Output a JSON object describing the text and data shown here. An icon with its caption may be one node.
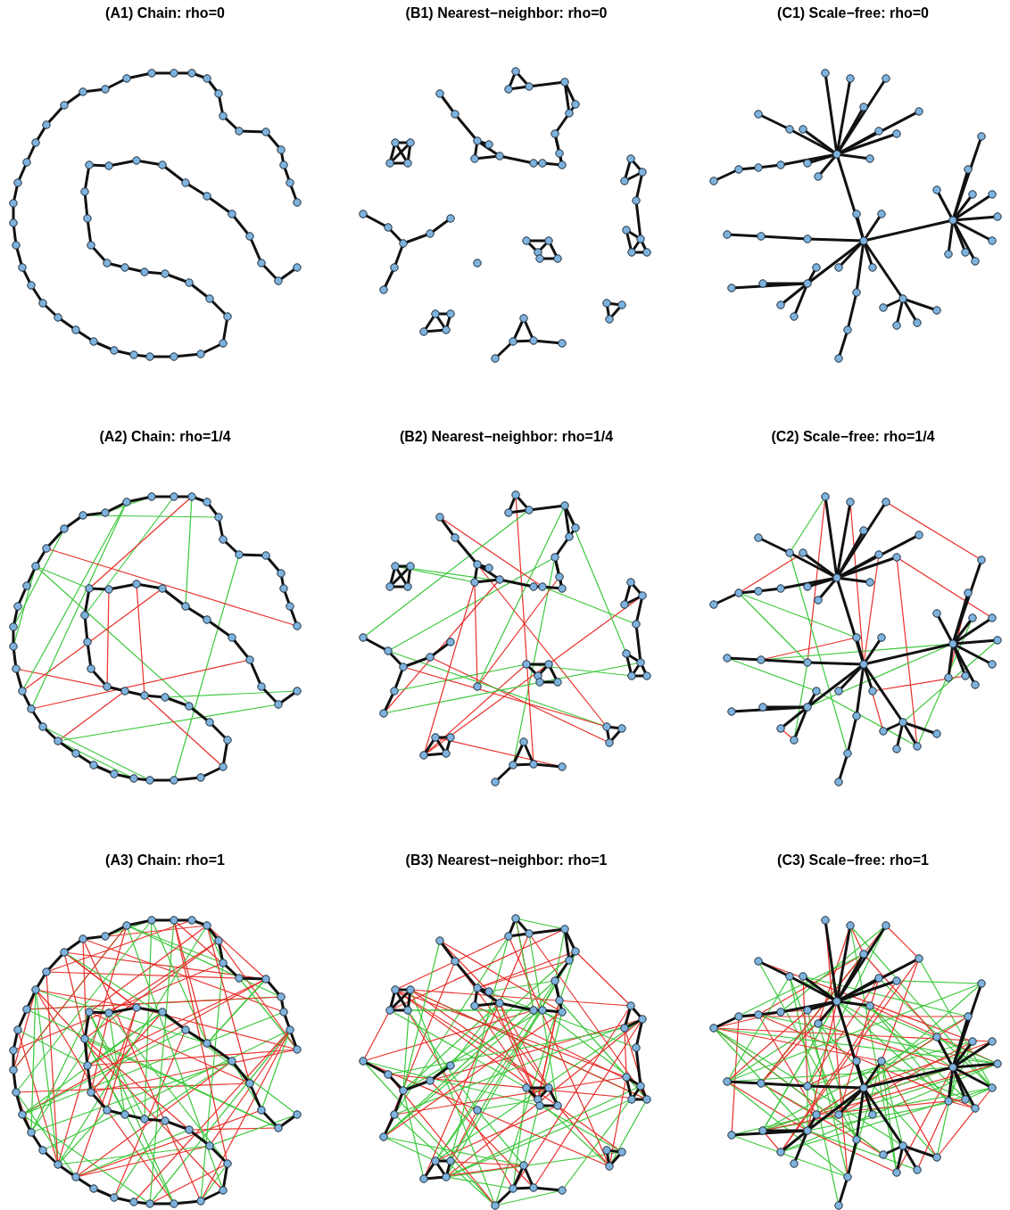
{
  "diagram": {
    "labels": [
      "(A1) Chain: rho=0",
      "(B1) Nearest−neighbor: rho=0",
      "(C1) Scale−free: rho=0",
      "(A2) Chain: rho=1/4",
      "(B2) Nearest−neighbor: rho=1/4",
      "(C2) Scale−free: rho=1/4",
      "(A3) Chain: rho=1",
      "(B3) Nearest−neighbor: rho=1",
      "(C3) Scale−free: rho=1"
    ]
  }
}
